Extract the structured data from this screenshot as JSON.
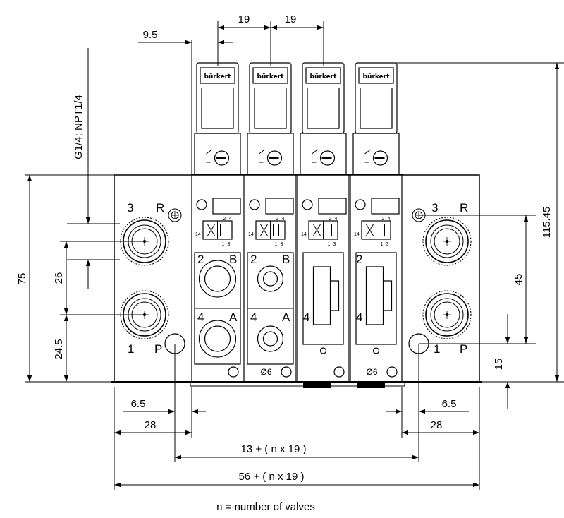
{
  "dimensions": {
    "pitch_a": "19",
    "pitch_b": "19",
    "offset_top": "9.5",
    "height_total": "115.45",
    "height_block": "75",
    "port_spacing": "26",
    "port_bottom": "24.5",
    "right_45": "45",
    "right_15": "15",
    "left_6_5": "6.5",
    "right_6_5": "6.5",
    "left_28": "28",
    "right_28": "28",
    "inner_width": "13 + ( n x 19 )",
    "outer_width": "56 + ( n x 19 )"
  },
  "thread_label": "G1/4; NPT1/4",
  "note": "n = number of valves",
  "brand": "bürkert",
  "left_block": {
    "label_3": "3",
    "label_r": "R",
    "label_1": "1",
    "label_p": "P"
  },
  "right_block": {
    "label_3": "3",
    "label_r": "R",
    "label_1": "1",
    "label_p": "P"
  },
  "valves": [
    {
      "port_top": "2",
      "port_top_letter": "B",
      "port_bottom": "4",
      "port_bottom_letter": "A",
      "diameter": ""
    },
    {
      "port_top": "2",
      "port_top_letter": "B",
      "port_bottom": "4",
      "port_bottom_letter": "A",
      "diameter": "Ø6"
    },
    {
      "port_top": "",
      "port_top_letter": "",
      "port_bottom": "4",
      "port_bottom_letter": "",
      "diameter": ""
    },
    {
      "port_top": "2",
      "port_top_letter": "",
      "port_bottom": "4",
      "port_bottom_letter": "",
      "diameter": "Ø6"
    }
  ],
  "symbol": {
    "num_2": "2",
    "num_4": "4",
    "num_14": "14",
    "num_1": "1",
    "num_3": "3"
  },
  "colors": {
    "line": "#000000",
    "background": "#ffffff"
  }
}
